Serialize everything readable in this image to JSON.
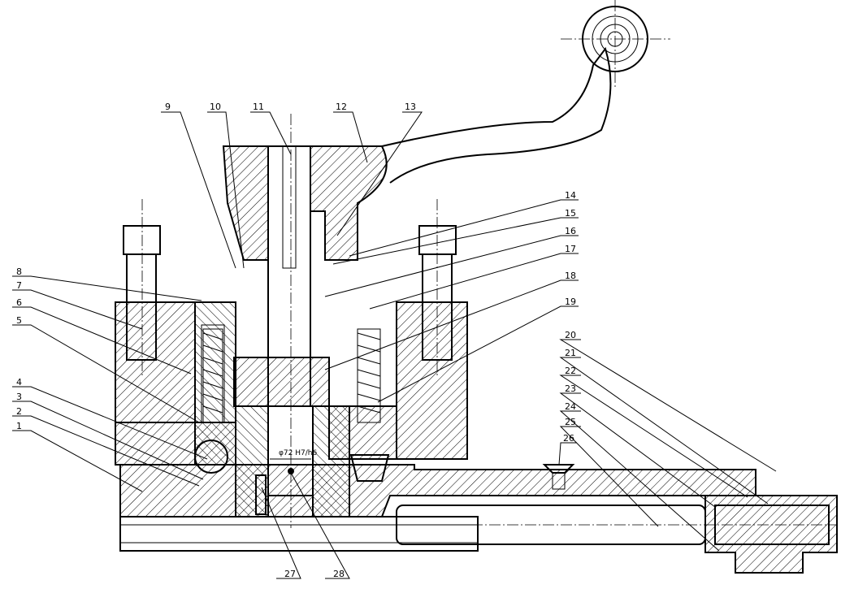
{
  "callouts": [
    {
      "id": "1",
      "text": "1"
    },
    {
      "id": "2",
      "text": "2"
    },
    {
      "id": "3",
      "text": "3"
    },
    {
      "id": "4",
      "text": "4"
    },
    {
      "id": "5",
      "text": "5"
    },
    {
      "id": "6",
      "text": "6"
    },
    {
      "id": "7",
      "text": "7"
    },
    {
      "id": "8",
      "text": "8"
    },
    {
      "id": "9",
      "text": "9"
    },
    {
      "id": "10",
      "text": "10"
    },
    {
      "id": "11",
      "text": "11"
    },
    {
      "id": "12",
      "text": "12"
    },
    {
      "id": "13",
      "text": "13"
    },
    {
      "id": "14",
      "text": "14"
    },
    {
      "id": "15",
      "text": "15"
    },
    {
      "id": "16",
      "text": "16"
    },
    {
      "id": "17",
      "text": "17"
    },
    {
      "id": "18",
      "text": "18"
    },
    {
      "id": "19",
      "text": "19"
    },
    {
      "id": "20",
      "text": "20"
    },
    {
      "id": "21",
      "text": "21"
    },
    {
      "id": "22",
      "text": "22"
    },
    {
      "id": "23",
      "text": "23"
    },
    {
      "id": "24",
      "text": "24"
    },
    {
      "id": "25",
      "text": "25"
    },
    {
      "id": "26",
      "text": "26"
    },
    {
      "id": "27",
      "text": "27"
    },
    {
      "id": "28",
      "text": "28"
    }
  ],
  "dimension_text": "φ72 H7/h6"
}
